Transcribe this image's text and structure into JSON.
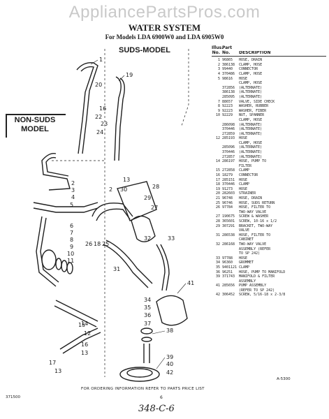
{
  "header": {
    "watermark": "AppliancePartsPros.com",
    "title": "WATER SYSTEM",
    "subtitle": "For Models LDA 6900W0 and LDA 6905W0"
  },
  "labels": {
    "suds_model": "SUDS-MODEL",
    "non_suds_model_line1": "NON-SUDS",
    "non_suds_model_line2": "MODEL"
  },
  "callouts": {
    "upper_right": [
      "1",
      "19",
      "20",
      "16",
      "22",
      "23",
      "24"
    ],
    "left": [
      "2",
      "3",
      "4",
      "5",
      "6",
      "7",
      "8",
      "9",
      "10",
      "11",
      "12",
      "13",
      "14",
      "15",
      "16",
      "17"
    ],
    "middle": [
      "13",
      "30",
      "2",
      "26",
      "18",
      "25",
      "27",
      "28",
      "29",
      "31",
      "32",
      "33"
    ],
    "lower_right": [
      "41",
      "34",
      "35",
      "36",
      "37",
      "38",
      "39",
      "40",
      "42"
    ]
  },
  "parts_table": {
    "header_illus": "Illus.",
    "header_no": "No.",
    "header_part": "Part",
    "header_part_no": "No.",
    "header_desc": "DESCRIPTION",
    "rows": [
      {
        "n": "1",
        "p": "96865",
        "d": "HOSE, DRAIN"
      },
      {
        "n": "2",
        "p": "386138",
        "d": "CLAMP, HOSE"
      },
      {
        "n": "3",
        "p": "99440",
        "d": "CONNECTOR"
      },
      {
        "n": "4",
        "p": "370486",
        "d": "CLAMP, HOSE"
      },
      {
        "n": "5",
        "p": "98616",
        "d": "HOSE"
      },
      {
        "n": "",
        "p": "",
        "d": "CLAMP, HOSE"
      },
      {
        "n": "",
        "p": "372856",
        "d": "(ALTERNATE)"
      },
      {
        "n": "",
        "p": "386138",
        "d": "(ALTERNATE)"
      },
      {
        "n": "",
        "p": "285095",
        "d": "(ALTERNATE)"
      },
      {
        "n": "7",
        "p": "88657",
        "d": "VALVE, SIDE CHECK"
      },
      {
        "n": "8",
        "p": "92223",
        "d": "WASHER, RUBBER"
      },
      {
        "n": "9",
        "p": "92223",
        "d": "WASHER, FIBER"
      },
      {
        "n": "10",
        "p": "92229",
        "d": "NUT, SPANNER"
      },
      {
        "n": "",
        "p": "",
        "d": "CLAMP, HOSE"
      },
      {
        "n": "",
        "p": "286098",
        "d": "(ALTERNATE)"
      },
      {
        "n": "",
        "p": "370446",
        "d": "(ALTERNATE)"
      },
      {
        "n": "",
        "p": "272859",
        "d": "(ALTERNATE)"
      },
      {
        "n": "12",
        "p": "285193",
        "d": "HOSE"
      },
      {
        "n": "",
        "p": "",
        "d": "CLAMP, HOSE"
      },
      {
        "n": "",
        "p": "285096",
        "d": "(ALTERNATE)"
      },
      {
        "n": "",
        "p": "370446",
        "d": "(ALTERNATE)"
      },
      {
        "n": "",
        "p": "272857",
        "d": "(ALTERNATE)"
      },
      {
        "n": "14",
        "p": "286197",
        "d": "HOSE, PUMP TO"
      },
      {
        "n": "",
        "p": "",
        "d": "FILTER"
      },
      {
        "n": "15",
        "p": "272858",
        "d": "CLAMP"
      },
      {
        "n": "16",
        "p": "18279",
        "d": "CONNECTOR"
      },
      {
        "n": "17",
        "p": "285151",
        "d": "HOSE"
      },
      {
        "n": "18",
        "p": "370446",
        "d": "CLAMP"
      },
      {
        "n": "19",
        "p": "91273",
        "d": "HOSE"
      },
      {
        "n": "20",
        "p": "282603",
        "d": "STRAINER"
      },
      {
        "n": "21",
        "p": "96748",
        "d": "HOSE, DRAIN"
      },
      {
        "n": "25",
        "p": "96746",
        "d": "HOSE, SUDS RETURN"
      },
      {
        "n": "26",
        "p": "97784",
        "d": "HOSE, FILTER TO"
      },
      {
        "n": "",
        "p": "",
        "d": "TWO-WAY VALVE"
      },
      {
        "n": "27",
        "p": "190675",
        "d": "SCREW & WASHER"
      },
      {
        "n": "28",
        "p": "365601",
        "d": "SCREW, 10-16 x 1/2"
      },
      {
        "n": "29",
        "p": "307291",
        "d": "BRACKET, TWO-WAY"
      },
      {
        "n": "",
        "p": "",
        "d": "VALVE"
      },
      {
        "n": "31",
        "p": "286538",
        "d": "HOSE, FILTER TO"
      },
      {
        "n": "",
        "p": "",
        "d": "CABINET"
      },
      {
        "n": "32",
        "p": "286168",
        "d": "TWO-WAY VALVE"
      },
      {
        "n": "",
        "p": "",
        "d": "ASSEMBLY (REFER"
      },
      {
        "n": "",
        "p": "",
        "d": "TO SP 242)"
      },
      {
        "n": "33",
        "p": "97788",
        "d": "HOSE"
      },
      {
        "n": "34",
        "p": "96360",
        "d": "GROMMET"
      },
      {
        "n": "35",
        "p": "9401121",
        "d": "CLAMP"
      },
      {
        "n": "36",
        "p": "96251",
        "d": "HOSE, PUMP TO MANIFOLD"
      },
      {
        "n": "39",
        "p": "371743",
        "d": "MANIFOLD & FILTER"
      },
      {
        "n": "",
        "p": "",
        "d": "ASSEMBLY"
      },
      {
        "n": "41",
        "p": "285656",
        "d": "PUMP ASSEMBLY"
      },
      {
        "n": "",
        "p": "",
        "d": "(REFER TO SP 242)"
      },
      {
        "n": "42",
        "p": "306452",
        "d": "SCREW, 5/16-18 x 2-3/8"
      }
    ]
  },
  "footer": {
    "diagram_code": "A-5300",
    "order_note": "FOR ORDERING INFORMATION REFER TO PARTS PRICE LIST",
    "ref_left": "371500",
    "page_no": "6",
    "handwritten": "348-C-6"
  }
}
